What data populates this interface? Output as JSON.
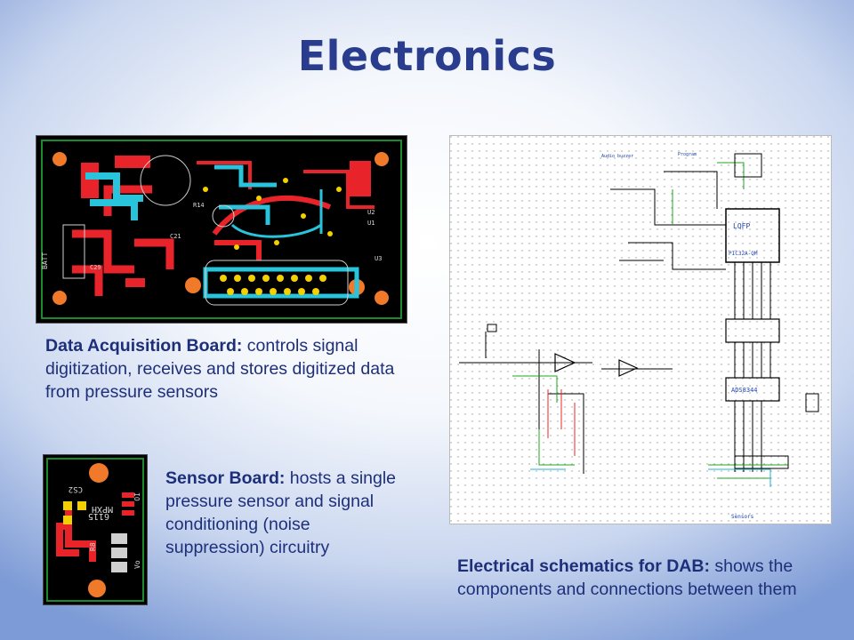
{
  "slide": {
    "title": "Electronics"
  },
  "dab_board": {
    "image_icon": "pcb-layout-image",
    "labels": [
      "BATT",
      "U1",
      "U2",
      "U3",
      "R14",
      "C29",
      "C21"
    ],
    "caption_bold": "Data Acquisition Board:",
    "caption_text": " controls signal digitization, receives and stores digitized data from pressure sensors"
  },
  "sensor_board": {
    "image_icon": "sensor-pcb-image",
    "labels": [
      "CS2",
      "MPXH",
      "6115",
      "IO",
      "R8",
      "Vo"
    ],
    "caption_bold": "Sensor Board:",
    "caption_text": " hosts a single pressure sensor and signal conditioning (noise suppression) circuitry"
  },
  "schematic": {
    "image_icon": "circuit-schematic-image",
    "labels": [
      "LQFP",
      "PIC32A-QM",
      "ADS8344",
      "Program",
      "Sensors",
      "Audio buzzer"
    ],
    "caption_bold": "Electrical schematics for DAB:",
    "caption_text": " shows the components and connections between them"
  },
  "colors": {
    "title": "#2a3c8e",
    "caption": "#1e2f7a",
    "pcb_copper": "#e8242a",
    "pcb_cyan": "#27c4dc",
    "pcb_pad": "#f07a2a"
  }
}
